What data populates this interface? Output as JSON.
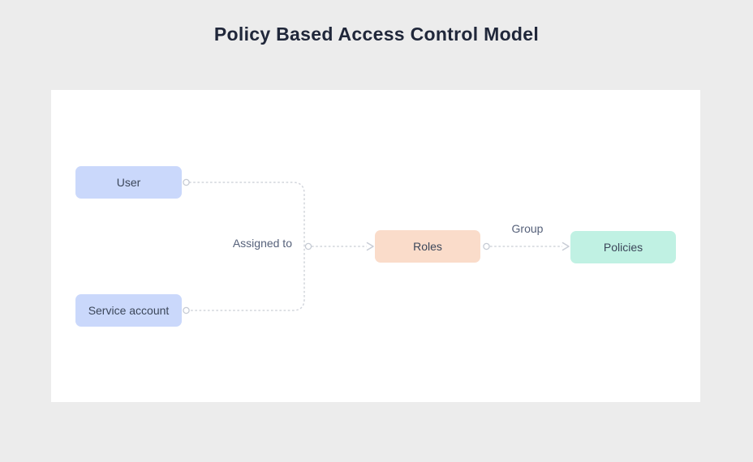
{
  "title": "Policy Based Access Control Model",
  "nodes": {
    "user": {
      "label": "User",
      "fill": "#cad8fb"
    },
    "service_account": {
      "label": "Service account",
      "fill": "#cad8fb"
    },
    "roles": {
      "label": "Roles",
      "fill": "#fadcca"
    },
    "policies": {
      "label": "Policies",
      "fill": "#c0f1e3"
    }
  },
  "edges": {
    "assigned_to": {
      "label": "Assigned to",
      "from": "User / Service account",
      "to": "Roles"
    },
    "group": {
      "label": "Group",
      "from": "Roles",
      "to": "Policies"
    }
  },
  "colors": {
    "page_background": "#ececec",
    "canvas_background": "#ffffff",
    "title_text": "#20273a",
    "node_text": "#3b4659",
    "edge_label_text": "#56617a",
    "edge_line": "#d2d5dc",
    "connector_stroke": "#c6cbd4"
  }
}
